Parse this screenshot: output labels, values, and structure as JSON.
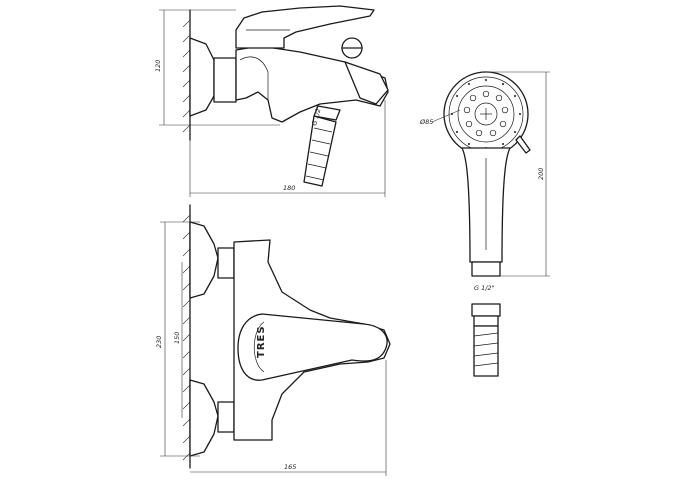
{
  "drawing": {
    "side_view": {
      "height_label": "120",
      "width_label": "180",
      "thread_label": "G 1/2\""
    },
    "front_view": {
      "height_label": "230",
      "spacing_label": "150",
      "width_label": "165",
      "brand_label": "TRES"
    },
    "hand_shower": {
      "diameter_label": "Ø85",
      "length_label": "200",
      "thread_label": "G 1/2\""
    }
  }
}
